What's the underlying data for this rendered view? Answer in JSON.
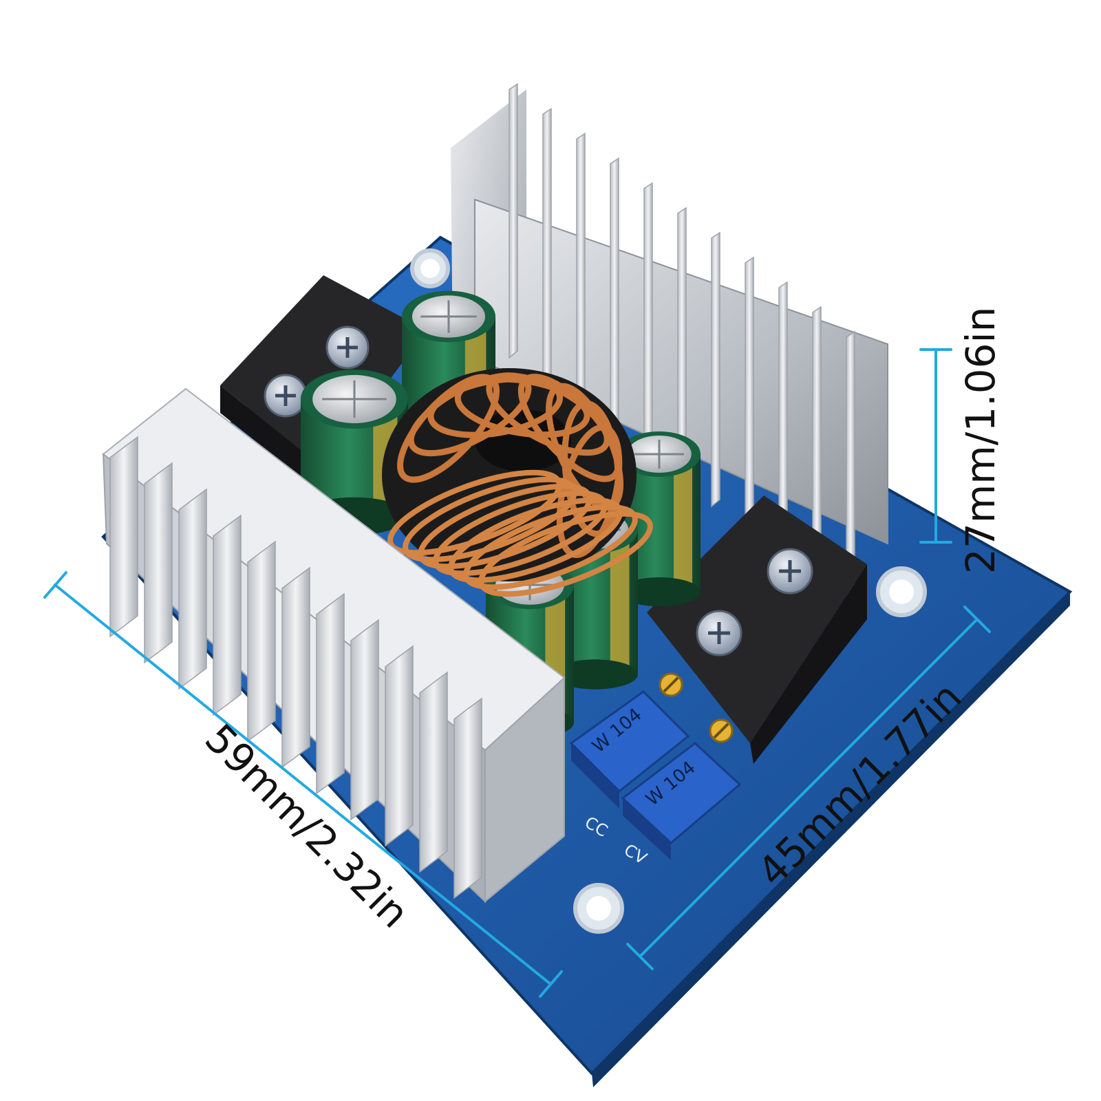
{
  "dimensions": {
    "width_label": "59mm/2.32in",
    "depth_label": "45mm/1.77in",
    "height_label": "27mm/1.06in",
    "line_color": "#23a9e1"
  },
  "board": {
    "pot_marking_1": "W 104",
    "pot_marking_2": "W 104",
    "silk_cc": "CC",
    "silk_cv": "CV"
  },
  "colors": {
    "pcb": "#1d5fb3",
    "heatsink": "#d9dce0",
    "capacitor": "#1f6b45",
    "copper": "#c9773a",
    "terminal": "#2b2b2e",
    "potentiometer": "#2a63c9"
  }
}
